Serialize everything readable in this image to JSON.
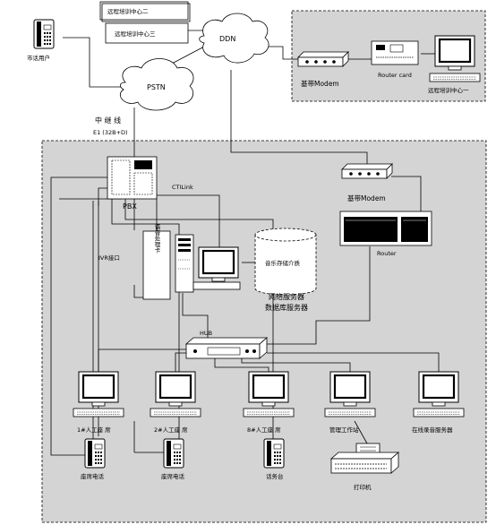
{
  "labels": {
    "remote_center_2": "远程培训中心二",
    "remote_center_3": "远程培训中心三",
    "ddn": "DDN",
    "city_user": "市话用户",
    "pstn": "PSTN",
    "trunk_line": "中 继 线",
    "e1": "E1 (32B+D)",
    "modem_top": "基带Modem",
    "router_card": "Router card",
    "remote_center_1": "远程培训中心一",
    "pbx": "PBX",
    "ctilink": "CTILink",
    "modem_right": "基带Modem",
    "ivr_port": "IVR接口",
    "voice_card": "语音处理卡",
    "storage": "音乐存储介质",
    "network_server": "网络服务器",
    "db_server": "数据库服务器",
    "router": "Router",
    "hub": "HUB",
    "seat_1": "1#人工座 席",
    "seat_2": "2#人工座 席",
    "seat_8": "8#人工座 席",
    "admin_ws": "管理工作站",
    "record_server": "在线录音服务器",
    "phone_1": "座席电话",
    "phone_2": "座席电话",
    "operator": "话务台",
    "printer": "打印机"
  },
  "colors": {
    "panel_bg": "#d4d4d4",
    "line": "#000000"
  }
}
